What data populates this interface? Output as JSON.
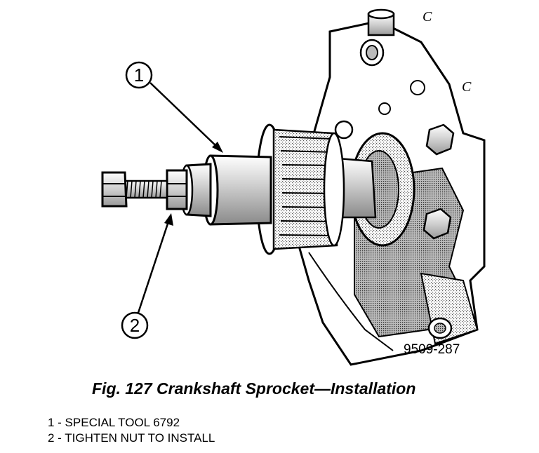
{
  "figure": {
    "callouts": [
      {
        "number": "1"
      },
      {
        "number": "2"
      }
    ],
    "part_number": "9509-287",
    "corner_marks": [
      "C",
      "C"
    ],
    "caption": "Fig. 127 Crankshaft Sprocket—Installation"
  },
  "legend": {
    "items": [
      {
        "text": "1 - SPECIAL TOOL 6792"
      },
      {
        "text": "2 - TIGHTEN NUT TO INSTALL"
      }
    ]
  },
  "colors": {
    "ink": "#000000",
    "paper": "#ffffff",
    "stipple": "#9a9a9a"
  }
}
